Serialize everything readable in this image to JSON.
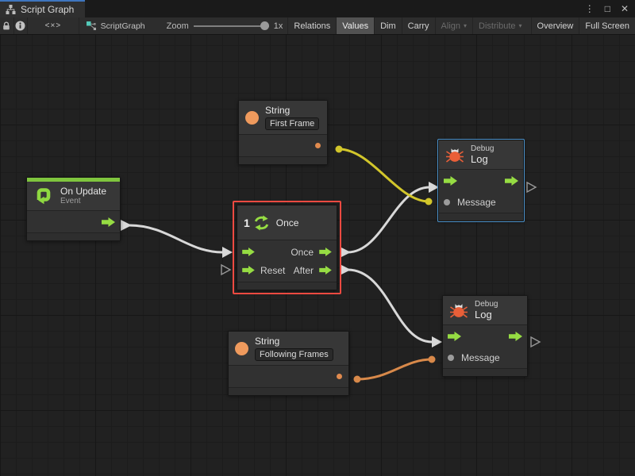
{
  "window": {
    "tab": {
      "title": "Script Graph"
    },
    "controls": {
      "menu_glyph": "⋮",
      "maximize_glyph": "□",
      "close_glyph": "✕"
    }
  },
  "toolbar": {
    "code_glyph": "<×>",
    "breadcrumb": "ScriptGraph",
    "zoom_label": "Zoom",
    "zoom_value": "1x",
    "dropdown_glyph": "▾",
    "view_buttons": [
      {
        "label": "Relations",
        "active": false,
        "disabled": false
      },
      {
        "label": "Values",
        "active": true,
        "disabled": false
      },
      {
        "label": "Dim",
        "active": false,
        "disabled": false
      },
      {
        "label": "Carry",
        "active": false,
        "disabled": false
      },
      {
        "label": "Align",
        "active": false,
        "disabled": true,
        "dropdown": true
      },
      {
        "label": "Distribute",
        "active": false,
        "disabled": true,
        "dropdown": true
      },
      {
        "label": "Overview",
        "active": false,
        "disabled": false
      },
      {
        "label": "Full Screen",
        "active": false,
        "disabled": false
      }
    ]
  },
  "graph": {
    "nodes": {
      "string_first": {
        "title": "String",
        "value": "First Frame"
      },
      "on_update": {
        "title": "On Update",
        "subtitle": "Event"
      },
      "once": {
        "badge": "1",
        "title": "Once",
        "once_out_label": "Once",
        "reset_label": "Reset",
        "after_out_label": "After"
      },
      "debug_top": {
        "category": "Debug",
        "title": "Log",
        "message_label": "Message",
        "selected": true
      },
      "string_following": {
        "title": "String",
        "value": "Following Frames"
      },
      "debug_bottom": {
        "category": "Debug",
        "title": "Log",
        "message_label": "Message",
        "selected": false
      }
    },
    "connections": [
      {
        "from": "on-update.flow-out",
        "to": "once.flow-in",
        "kind": "flow"
      },
      {
        "from": "once.once-out",
        "to": "debug-log-top.flow-in",
        "kind": "flow"
      },
      {
        "from": "once.after-out",
        "to": "debug-log-bottom.flow-in",
        "kind": "flow"
      },
      {
        "from": "string-first-frame.value-out",
        "to": "debug-log-top.message-in",
        "kind": "value"
      },
      {
        "from": "string-following-frames.value-out",
        "to": "debug-log-bottom.message-in",
        "kind": "value"
      }
    ]
  },
  "colors": {
    "accent_green": "#8fd841",
    "port_green": "#96dc43",
    "node_orange": "#ef9a5d",
    "bug_orange": "#e95f38",
    "wire_yellow": "#d2c62b",
    "wire_orange": "#d8894a",
    "wire_white": "#d8d8d8",
    "port_gray": "#9a9a9a",
    "selection_red": "#f04a41",
    "selection_blue": "#4a90c8",
    "tab_accent_blue": "#3e75be"
  }
}
